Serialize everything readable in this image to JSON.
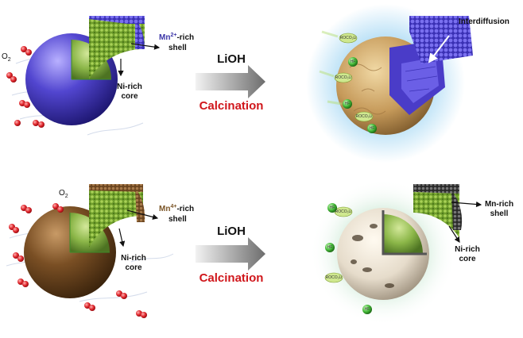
{
  "top": {
    "o2": {
      "main": "O",
      "sub": "2"
    },
    "shell_label": {
      "prefix": "Mn",
      "sup": "2+",
      "suffix": "-rich",
      "line2": "shell"
    },
    "core_label": {
      "line1": "Ni-rich",
      "line2": "core"
    },
    "arrow": {
      "reagent": "LiOH",
      "process": "Calcination"
    },
    "interdiffusion": "Interdiffusion",
    "tags": {
      "rocoli": "ROCO₂Li",
      "hf": "HF"
    }
  },
  "bottom": {
    "o2": {
      "main": "O",
      "sub": "2"
    },
    "shell_label": {
      "prefix": "Mn",
      "sup": "4+",
      "suffix": "-rich",
      "line2": "shell"
    },
    "core_label": {
      "line1": "Ni-rich",
      "line2": "core"
    },
    "arrow": {
      "reagent": "LiOH",
      "process": "Calcination"
    },
    "product_shell": {
      "line1": "Mn-rich",
      "line2": "shell"
    },
    "product_core": {
      "line1": "Ni-rich",
      "line2": "core"
    },
    "tags": {
      "rocoli": "ROCO₂Li",
      "hf": "HF"
    }
  },
  "colors": {
    "mn2_shell": "#5b4bd6",
    "mn4_shell": "#7a4f24",
    "ni_core": "#7fae3c",
    "process_text": "#d0161b",
    "glow": "#bfe3f7"
  }
}
